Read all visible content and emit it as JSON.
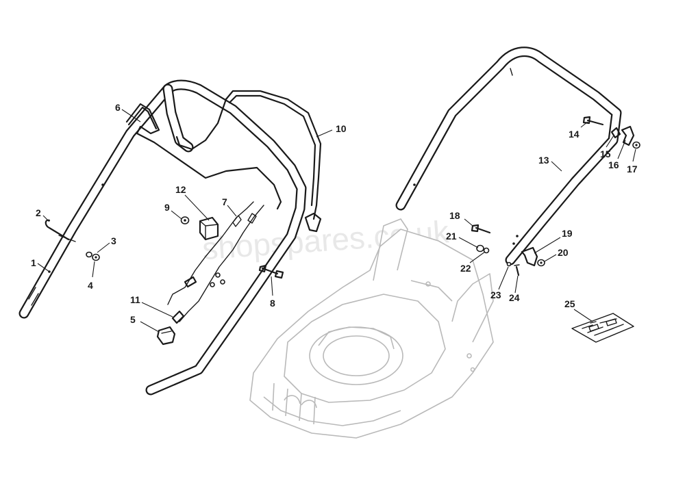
{
  "watermark_text": "shopspares.co.uk",
  "callouts": [
    "1",
    "2",
    "3",
    "4",
    "5",
    "6",
    "7",
    "8",
    "9",
    "10",
    "11",
    "12",
    "13",
    "14",
    "15",
    "16",
    "17",
    "18",
    "19",
    "20",
    "21",
    "22",
    "23",
    "24",
    "25"
  ]
}
